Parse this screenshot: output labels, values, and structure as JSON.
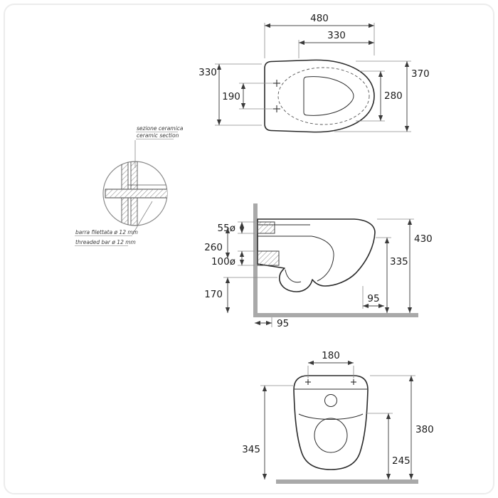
{
  "colors": {
    "line": "#2a2a2a",
    "dimension": "#4a4a4a",
    "wall_floor": "#a9a9a9",
    "frame": "#ececec"
  },
  "top_view": {
    "width_total": "480",
    "width_inner": "330",
    "depth_left": "330",
    "fixing_holes_spacing": "190",
    "depth_total": "370",
    "opening_depth": "280"
  },
  "detail": {
    "section_label_it": "sezione ceramica",
    "section_label_en": "ceramic section",
    "bar_label_it": "barra filettata ø 12 mm",
    "bar_label_en": "threaded bar ø 12 mm"
  },
  "side_view": {
    "inlet_diameter": "55ø",
    "inlet_outlet_distance": "260",
    "outlet_diameter": "100ø",
    "bottom_clearance": "170",
    "total_height": "430",
    "front_height": "335",
    "front_offset": "95",
    "outlet_wall_distance": "95"
  },
  "front_view": {
    "fixing_holes_spacing": "180",
    "total_height": "380",
    "side_height": "345",
    "lower_height": "245"
  }
}
